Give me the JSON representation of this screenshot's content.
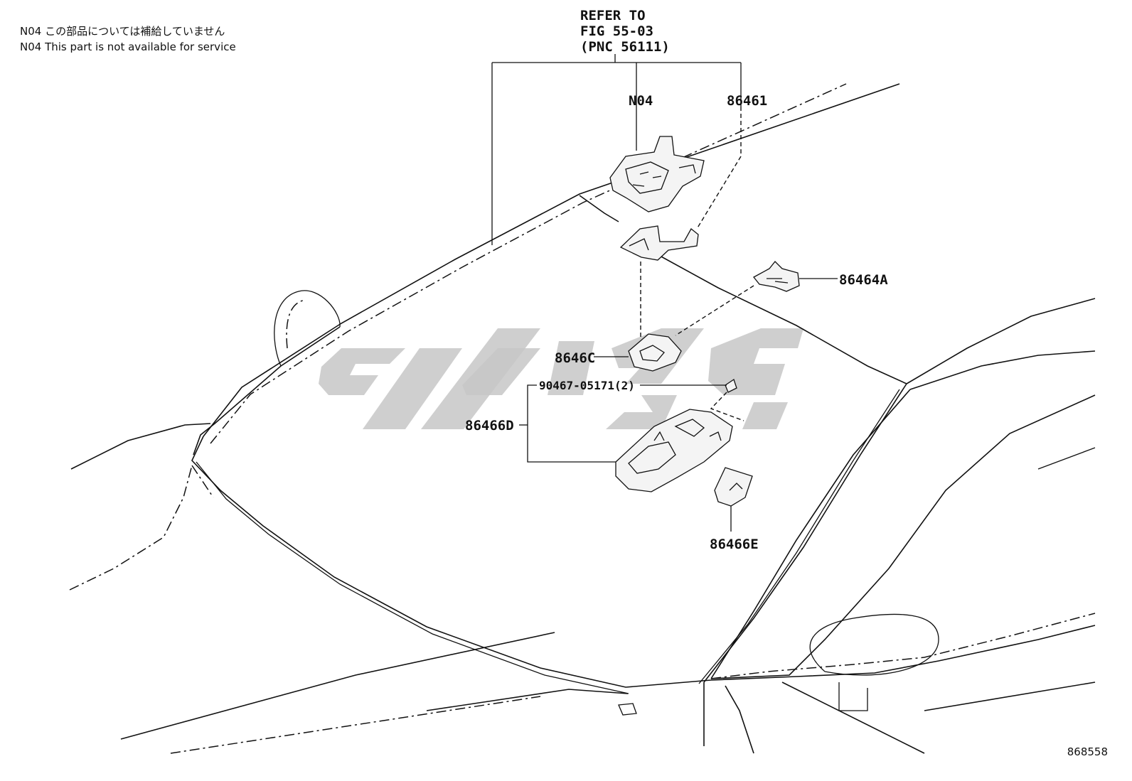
{
  "notes": {
    "jp": "N04 この部品については補給していません",
    "en": "N04  This part is not available for service"
  },
  "refer": {
    "line1": "REFER TO",
    "line2": "FIG 55-03",
    "line3": "(PNC 56111)"
  },
  "labels": {
    "n04": "N04",
    "p86461": "86461",
    "p86464a": "86464A",
    "p8646c": "8646C",
    "p90467": "90467-05171(2)",
    "p86466d": "86466D",
    "p86466e": "86466E"
  },
  "illustration_code": "868558",
  "colors": {
    "line": "#111111",
    "watermark": "#c7c7c7"
  }
}
